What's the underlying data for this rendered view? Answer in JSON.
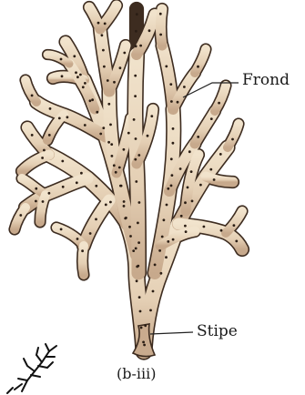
{
  "labels": {
    "frond": "Frond",
    "stipe": "Stipe",
    "caption": "(b-iii)"
  },
  "colors": {
    "thallus_fill": "#e7d5bc",
    "thallus_outline": "#3d2c20",
    "spots": "#2a1d14",
    "leader_line": "#222222"
  }
}
